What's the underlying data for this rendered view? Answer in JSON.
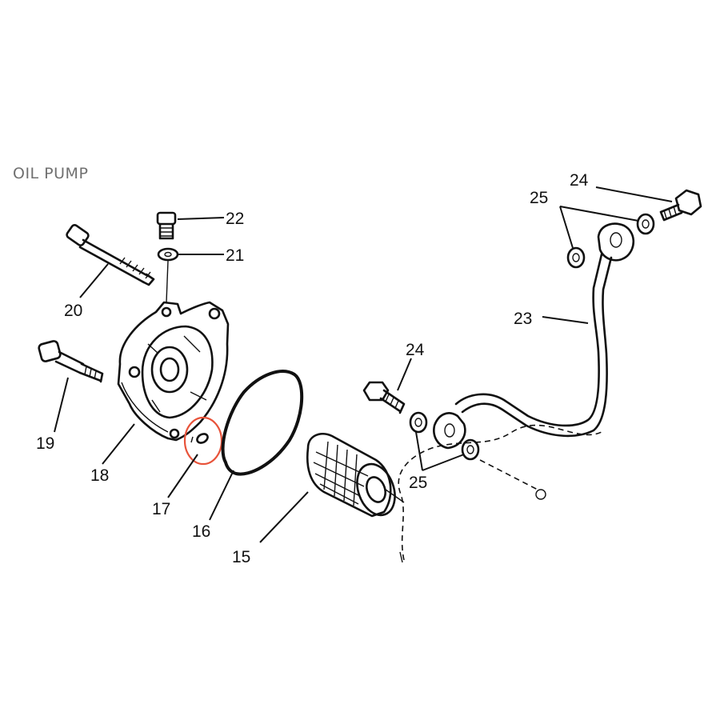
{
  "title": "OIL PUMP",
  "highlight_color": "#e8533a",
  "callouts": {
    "c15": "15",
    "c16": "16",
    "c17": "17",
    "c18": "18",
    "c19": "19",
    "c20": "20",
    "c21": "21",
    "c22": "22",
    "c23": "23",
    "c24a": "24",
    "c24b": "24",
    "c25a": "25",
    "c25b": "25"
  }
}
